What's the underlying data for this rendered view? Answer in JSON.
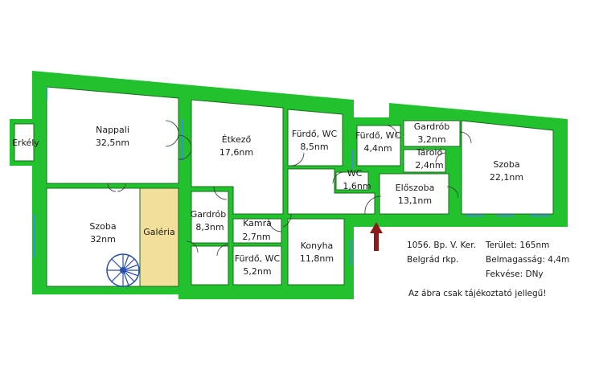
{
  "rooms": {
    "erkely": {
      "name": "Erkély"
    },
    "nappali": {
      "name": "Nappali",
      "area": "32,5nm"
    },
    "etkezo": {
      "name": "Étkező",
      "area": "17,6nm"
    },
    "furdo1": {
      "name": "Fürdő, WC",
      "area": "8,5nm"
    },
    "furdo2": {
      "name": "Fürdő, WC",
      "area": "4,4nm"
    },
    "gardrob1": {
      "name": "Gardrób",
      "area": "3,2nm"
    },
    "tarolo": {
      "name": "Tároló",
      "area": "2,4nm"
    },
    "szoba1": {
      "name": "Szoba",
      "area": "22,1nm"
    },
    "wc": {
      "name": "WC",
      "area": "1,6nm"
    },
    "eloszoba": {
      "name": "Előszoba",
      "area": "13,1nm"
    },
    "szoba2": {
      "name": "Szoba",
      "area": "32nm"
    },
    "galeria": {
      "name": "Galéria"
    },
    "gardrob2": {
      "name": "Gardrób",
      "area": "8,3nm"
    },
    "kamra": {
      "name": "Kamra",
      "area": "2,7nm"
    },
    "konyha": {
      "name": "Konyha",
      "area": "11,8nm"
    },
    "furdo3": {
      "name": "Fürdő, WC",
      "area": "5,2nm"
    }
  },
  "info": {
    "address": "1056. Bp. V. Ker.",
    "street": "Belgrád rkp.",
    "area": "Terület: 165nm",
    "ceiling": "Belmagasság: 4,4m",
    "orientation": "Fekvése: DNy",
    "disclaimer": "Az ábra csak tájékoztató jellegű!"
  },
  "colors": {
    "wall": "#22c22e",
    "gallery": "#f3df9c",
    "window": "#3a8fd8",
    "entrance_arrow": "#8b1a1a"
  }
}
